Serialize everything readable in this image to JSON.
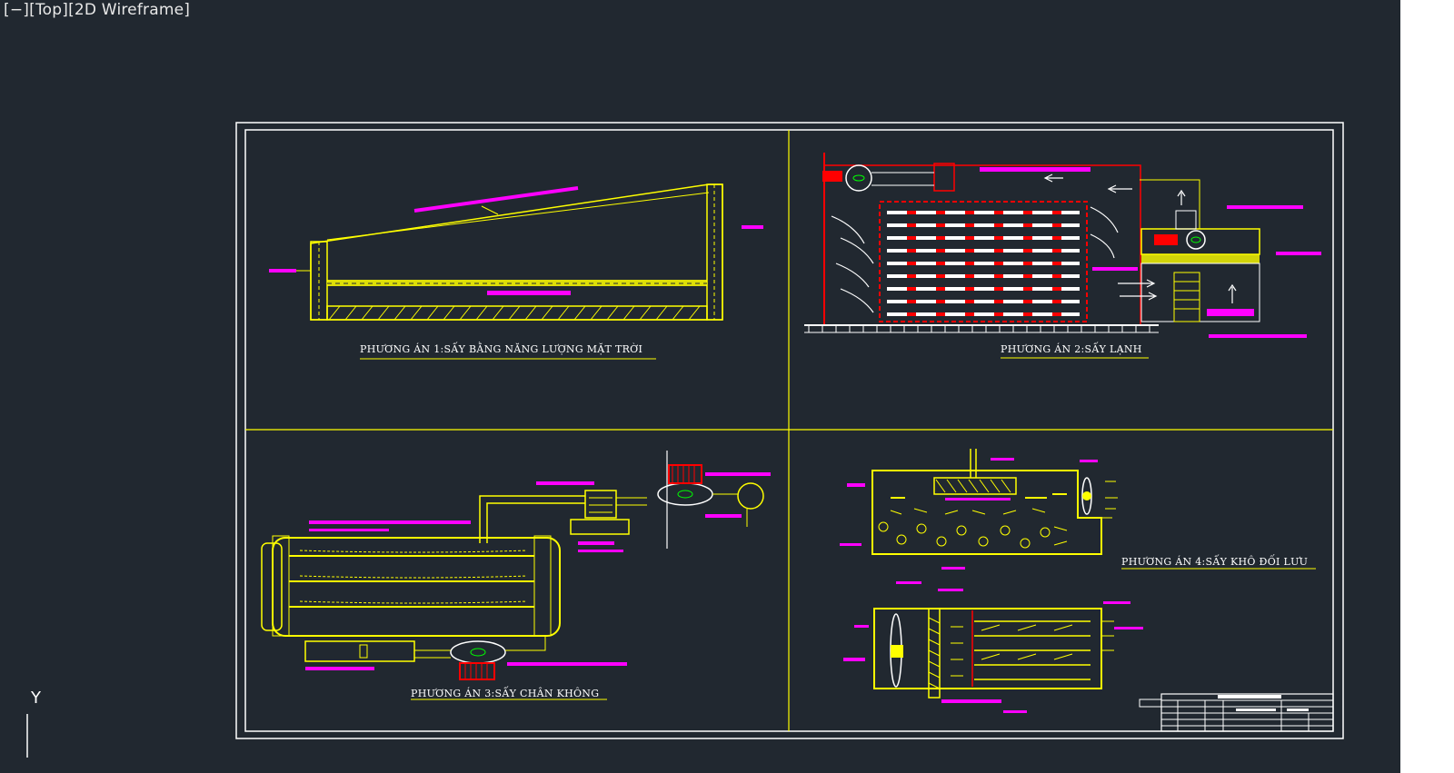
{
  "viewport_controls": {
    "minimize": "[−]",
    "view": "[Top]",
    "style": "[2D Wireframe]"
  },
  "panels": [
    {
      "title": "PHƯƠNG ÁN 1:SẤY BẰNG NĂNG LƯỢNG MẶT TRỜI"
    },
    {
      "title": "PHƯƠNG ÁN 2:SẤY LẠNH"
    },
    {
      "title": "PHƯƠNG ÁN 3:SẤY CHÂN KHÔNG"
    },
    {
      "title": "PHƯƠNG ÁN 4:SẤY KHÔ ĐỐI LƯU"
    }
  ],
  "ucs": {
    "y_label": "Y",
    "icon": "ucs-axis-icon"
  },
  "colors": {
    "background": "#212830",
    "frame": "#ffffff",
    "geometry": "#ffff00",
    "annotation": "#ff00ff",
    "section": "#ff0000",
    "fan": "#00ff00"
  }
}
